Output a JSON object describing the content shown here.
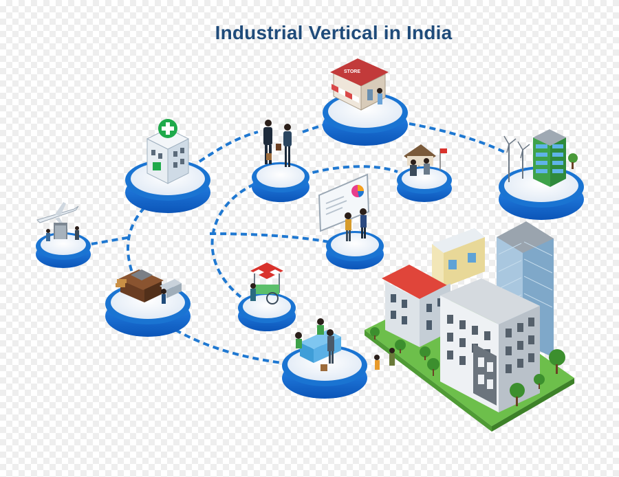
{
  "title": "Industrial Vertical in India",
  "store_sign": "STORE",
  "nodes": [
    {
      "id": "hospital",
      "icon": "hospital-icon"
    },
    {
      "id": "business-meeting",
      "icon": "business-handshake-icon"
    },
    {
      "id": "store",
      "icon": "store-icon"
    },
    {
      "id": "office-tower",
      "icon": "office-tower-icon"
    },
    {
      "id": "market-stall",
      "icon": "market-stall-icon"
    },
    {
      "id": "presentation",
      "icon": "presentation-board-icon"
    },
    {
      "id": "airport",
      "icon": "airplane-icon"
    },
    {
      "id": "warehouse",
      "icon": "warehouse-icon"
    },
    {
      "id": "food-cart",
      "icon": "food-cart-icon"
    },
    {
      "id": "bank-counter",
      "icon": "bank-counter-icon"
    },
    {
      "id": "city",
      "icon": "city-buildings-icon"
    }
  ],
  "colors": {
    "title": "#1f4b7a",
    "connector": "#1f78d1",
    "platform_ring": "#1a74d2",
    "platform_top": "#ffffff"
  }
}
